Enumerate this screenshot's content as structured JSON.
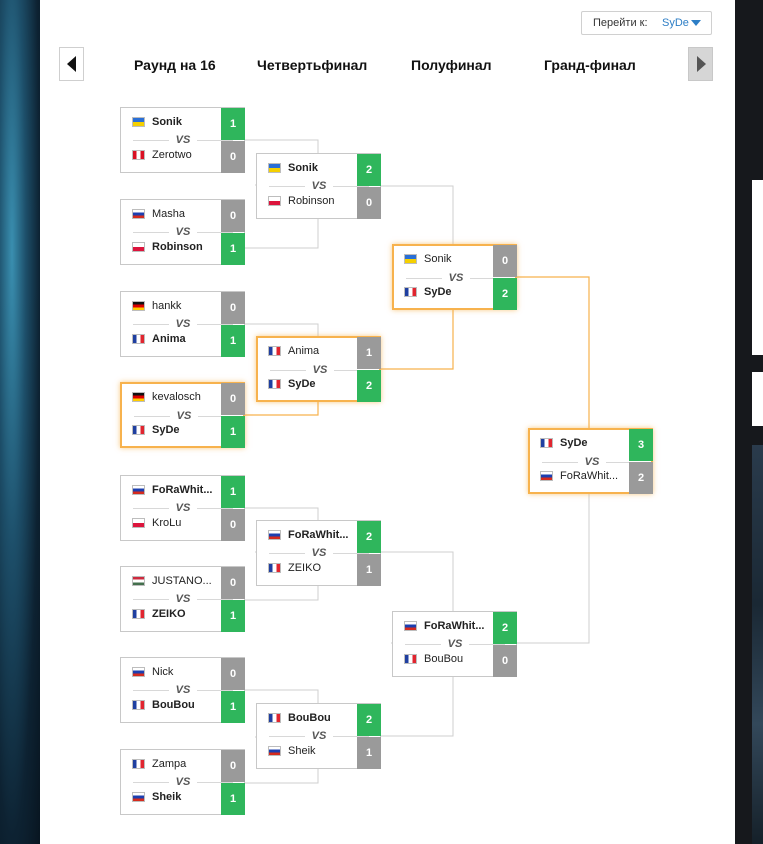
{
  "jump": {
    "label": "Перейти к:",
    "value": "SyDe"
  },
  "rounds": [
    "Раунд на 16",
    "Четвертьфинал",
    "Полуфинал",
    "Гранд-финал"
  ],
  "colors": {
    "win": "#2fb65c",
    "lose": "#9a9a9a",
    "highlight": "#f7b24d",
    "link": "#2d7ec6"
  },
  "matches": {
    "r16_1": {
      "p1": {
        "name": "Sonik",
        "flag": "ua",
        "score": "1"
      },
      "p2": {
        "name": "Zerotwo",
        "flag": "pe",
        "score": "0"
      }
    },
    "r16_2": {
      "p1": {
        "name": "Masha",
        "flag": "ru",
        "score": "0"
      },
      "p2": {
        "name": "Robinson",
        "flag": "pl",
        "score": "1"
      }
    },
    "r16_3": {
      "p1": {
        "name": "hankk",
        "flag": "de",
        "score": "0"
      },
      "p2": {
        "name": "Anima",
        "flag": "fr",
        "score": "1"
      }
    },
    "r16_4": {
      "p1": {
        "name": "kevalosch",
        "flag": "de",
        "score": "0"
      },
      "p2": {
        "name": "SyDe",
        "flag": "fr",
        "score": "1"
      }
    },
    "r16_5": {
      "p1": {
        "name": "FoRaWhit...",
        "flag": "ru",
        "score": "1"
      },
      "p2": {
        "name": "KroLu",
        "flag": "pl",
        "score": "0"
      }
    },
    "r16_6": {
      "p1": {
        "name": "JUSTANO...",
        "flag": "hu",
        "score": "0"
      },
      "p2": {
        "name": "ZEIKO",
        "flag": "fr",
        "score": "1"
      }
    },
    "r16_7": {
      "p1": {
        "name": "Nick",
        "flag": "ru",
        "score": "0"
      },
      "p2": {
        "name": "BouBou",
        "flag": "fr",
        "score": "1"
      }
    },
    "r16_8": {
      "p1": {
        "name": "Zampa",
        "flag": "fr",
        "score": "0"
      },
      "p2": {
        "name": "Sheik",
        "flag": "ru",
        "score": "1"
      }
    },
    "qf_1": {
      "p1": {
        "name": "Sonik",
        "flag": "ua",
        "score": "2"
      },
      "p2": {
        "name": "Robinson",
        "flag": "pl",
        "score": "0"
      }
    },
    "qf_2": {
      "p1": {
        "name": "Anima",
        "flag": "fr",
        "score": "1"
      },
      "p2": {
        "name": "SyDe",
        "flag": "fr",
        "score": "2"
      }
    },
    "qf_3": {
      "p1": {
        "name": "FoRaWhit...",
        "flag": "ru",
        "score": "2"
      },
      "p2": {
        "name": "ZEIKO",
        "flag": "fr",
        "score": "1"
      }
    },
    "qf_4": {
      "p1": {
        "name": "BouBou",
        "flag": "fr",
        "score": "2"
      },
      "p2": {
        "name": "Sheik",
        "flag": "ru",
        "score": "1"
      }
    },
    "sf_1": {
      "p1": {
        "name": "Sonik",
        "flag": "ua",
        "score": "0"
      },
      "p2": {
        "name": "SyDe",
        "flag": "fr",
        "score": "2"
      }
    },
    "sf_2": {
      "p1": {
        "name": "FoRaWhit...",
        "flag": "ru",
        "score": "2"
      },
      "p2": {
        "name": "BouBou",
        "flag": "fr",
        "score": "0"
      }
    },
    "gf": {
      "p1": {
        "name": "SyDe",
        "flag": "fr",
        "score": "3"
      },
      "p2": {
        "name": "FoRaWhit...",
        "flag": "ru",
        "score": "2"
      }
    }
  },
  "vs_label": "VS"
}
